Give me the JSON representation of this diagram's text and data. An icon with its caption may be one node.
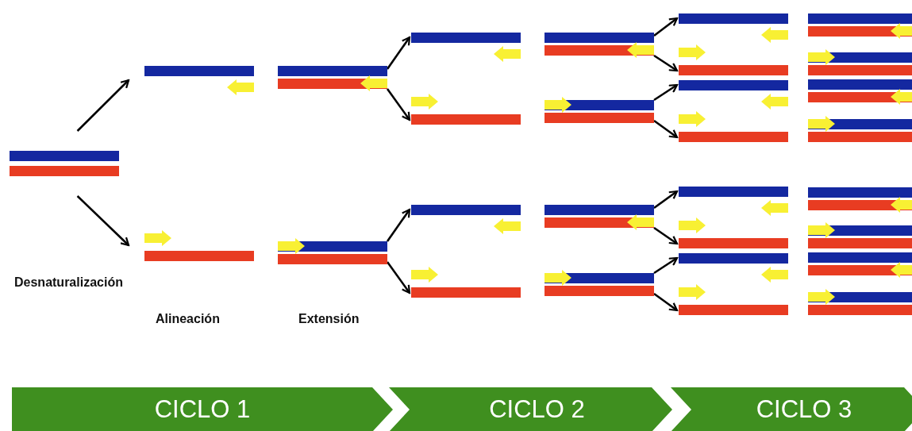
{
  "diagram": {
    "nodes": [
      {
        "text": [],
        "shape": "bar"
      },
      {
        "text": [],
        "shape": "bar"
      },
      {
        "text": [],
        "shape": "bar"
      },
      {
        "text": [],
        "shape": "bar"
      },
      {
        "text": [],
        "shape": "bar"
      },
      {
        "text": [],
        "shape": "bar"
      },
      {
        "text": [],
        "shape": "bar"
      },
      {
        "text": [],
        "shape": "bar"
      },
      {
        "text": [],
        "shape": "bar"
      },
      {
        "text": [],
        "shape": "bar"
      },
      {
        "text": [],
        "shape": "bar"
      },
      {
        "text": [],
        "shape": "bar"
      },
      {
        "text": [],
        "shape": "bar"
      },
      {
        "text": [],
        "shape": "bar"
      },
      {
        "text": [],
        "shape": "bar"
      },
      {
        "text": [],
        "shape": "bar"
      },
      {
        "text": [],
        "shape": "bar"
      },
      {
        "text": [],
        "shape": "bar"
      },
      {
        "text": [],
        "shape": "bar"
      },
      {
        "text": [],
        "shape": "bar"
      },
      {
        "text": [],
        "shape": "bar"
      },
      {
        "text": [],
        "shape": "bar"
      },
      {
        "text": [],
        "shape": "bar"
      },
      {
        "text": [],
        "shape": "bar"
      },
      {
        "text": [],
        "shape": "bar"
      },
      {
        "text": [],
        "shape": "bar"
      },
      {
        "text": [],
        "shape": "bar"
      },
      {
        "text": [],
        "shape": "bar"
      },
      {
        "text": [],
        "shape": "bar"
      },
      {
        "text": [
          "CICLO 1"
        ]
      },
      {
        "text": [
          "CICLO 2"
        ]
      },
      {
        "text": [
          "CICLO 3"
        ]
      }
    ],
    "edges": [
      {
        "from": 0,
        "to": 1,
        "arrow": "to"
      },
      {
        "from": 0,
        "to": 2,
        "arrow": "to"
      },
      {
        "from": 3,
        "to": 5,
        "arrow": "to"
      },
      {
        "from": 3,
        "to": 6,
        "arrow": "to"
      },
      {
        "from": 4,
        "to": 7,
        "arrow": "to"
      },
      {
        "from": 4,
        "to": 8,
        "arrow": "to"
      },
      {
        "from": 9,
        "to": 13,
        "arrow": "to"
      },
      {
        "from": 9,
        "to": 14,
        "arrow": "to"
      },
      {
        "from": 10,
        "to": 15,
        "arrow": "to"
      },
      {
        "from": 10,
        "to": 16,
        "arrow": "to"
      },
      {
        "from": 11,
        "to": 17,
        "arrow": "to"
      },
      {
        "from": 11,
        "to": 18,
        "arrow": "to"
      },
      {
        "from": 12,
        "to": 19,
        "arrow": "to"
      },
      {
        "from": 12,
        "to": 20,
        "arrow": "to"
      }
    ],
    "labels": [
      "Desnaturalización",
      "Alineación",
      "Extensión"
    ]
  }
}
